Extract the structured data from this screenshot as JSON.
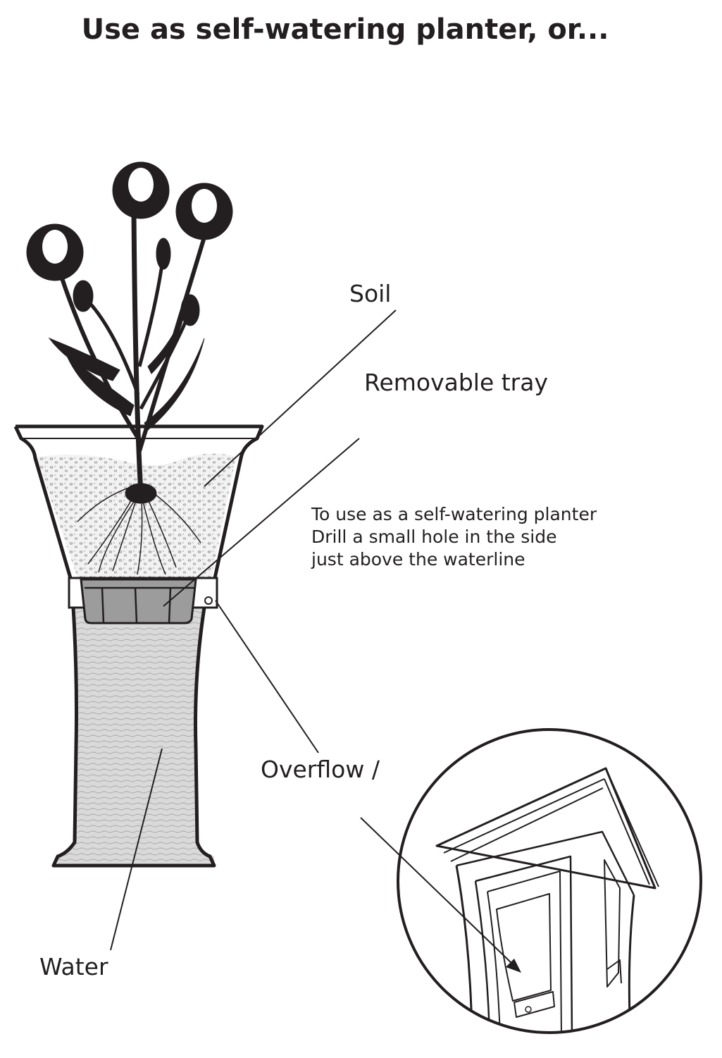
{
  "title": "Use as self-watering planter, or...",
  "labels": {
    "soil": "Soil",
    "tray": "Removable tray",
    "overflow": "Overflow /",
    "water": "Water"
  },
  "instructions": [
    "To use as a self-watering planter",
    "Drill a small hole in the side",
    "just above the waterline"
  ],
  "colors": {
    "ink": "#231f20",
    "soil": "#efefef",
    "water": "#d6d6d6",
    "tray": "#9a9a9a"
  }
}
